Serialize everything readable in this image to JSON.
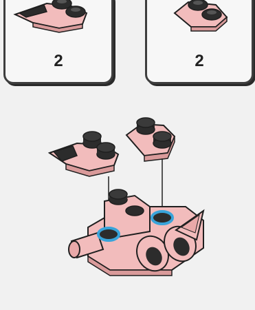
{
  "callouts": [
    {
      "quantity": "2",
      "part": "pink-plate-with-black-studs-and-horn-tip"
    },
    {
      "quantity": "2",
      "part": "pink-wedge-plate-with-black-studs"
    }
  ],
  "colors": {
    "pink_brick": "#f2bcbc",
    "pink_shadow": "#d99a9a",
    "black_stud": "#2c2c2c",
    "blue_ring": "#39a4da",
    "outline": "#1f1f1f",
    "callout_bg": "#f7f7f7",
    "page_bg": "#f1f1f1"
  }
}
